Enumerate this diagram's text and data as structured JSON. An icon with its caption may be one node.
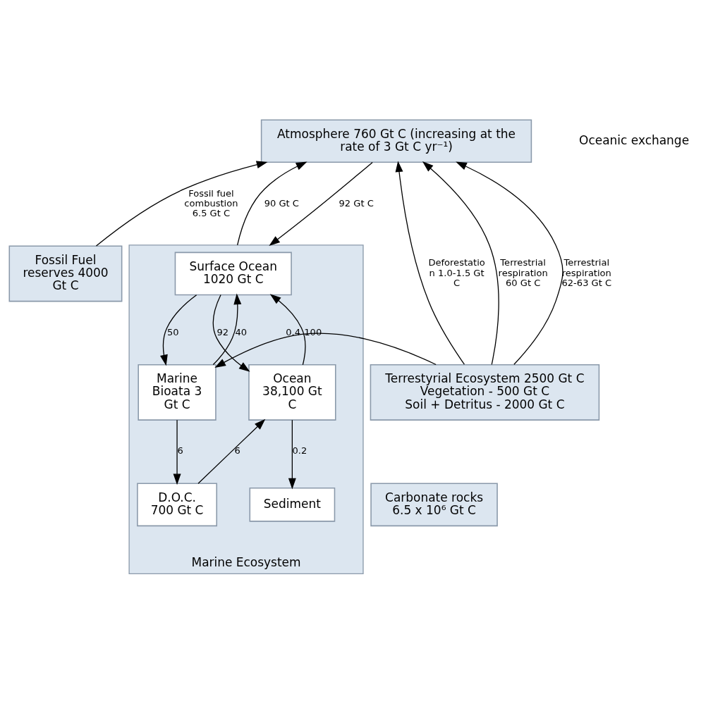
{
  "diagram": {
    "nodes": [
      {
        "text": [
          "Atmosphere 760 Gt C (increasing at the rate of 3 Gt C yr⁻¹)"
        ]
      },
      {
        "text": [
          "Fossil Fuel reserves 4000 Gt C"
        ]
      },
      {
        "text": [
          "Marine Ecosystem"
        ]
      },
      {
        "text": [
          "Surface Ocean 1020 Gt C"
        ],
        "in": 2
      },
      {
        "text": [
          "Terrestyrial Ecosystem 2500 Gt C",
          "Vegetation - 500 Gt C",
          "Soil + Detritus - 2000 Gt C"
        ]
      },
      {
        "text": [
          "Marine Bioata 3 Gt C"
        ],
        "in": 2
      },
      {
        "text": [
          "Ocean 38,100 Gt C"
        ],
        "in": 2
      },
      {
        "text": [
          "Carbonate rocks 6.5 x 10⁶ Gt C"
        ]
      },
      {
        "text": [
          "D.O.C. 700 Gt C"
        ],
        "in": 2
      },
      {
        "text": [
          "Sediment"
        ],
        "in": 2
      }
    ],
    "edges": [
      {
        "from": 4,
        "to": 0,
        "arrow": "to",
        "label": "Deforestation 1.0-1.5 Gt C"
      },
      {
        "from": 4,
        "to": 0,
        "arrow": "to",
        "label": "Terrestrial respiration 60 Gt C"
      },
      {
        "from": 4,
        "to": 0,
        "arrow": "to",
        "label": "Terrestrial respiration 62-63 Gt C"
      },
      {
        "from": 1,
        "to": 0,
        "arrow": "to",
        "label": "Fossil fuel combustion 6.5 Gt C"
      },
      {
        "from": 2,
        "to": 0,
        "arrow": "to",
        "label": "90 Gt C"
      },
      {
        "from": 0,
        "to": 2,
        "arrow": "to",
        "label": "92 Gt C"
      },
      {
        "from": 5,
        "to": 3,
        "arrow": "to",
        "label": "40"
      },
      {
        "from": 3,
        "to": 5,
        "arrow": "to",
        "label": "50"
      },
      {
        "from": 6,
        "to": 3,
        "arrow": "to",
        "label": "100"
      },
      {
        "from": 3,
        "to": 6,
        "arrow": "to",
        "label": "92"
      },
      {
        "from": 4,
        "to": 5,
        "arrow": "to",
        "label": "0.4"
      },
      {
        "from": 5,
        "to": 8,
        "arrow": "to",
        "label": "6"
      },
      {
        "from": 8,
        "to": 6,
        "arrow": "to",
        "label": "6"
      },
      {
        "from": 6,
        "to": 9,
        "arrow": "to",
        "label": "0.2"
      }
    ],
    "labels": [
      "Oceanic exchange"
    ]
  }
}
